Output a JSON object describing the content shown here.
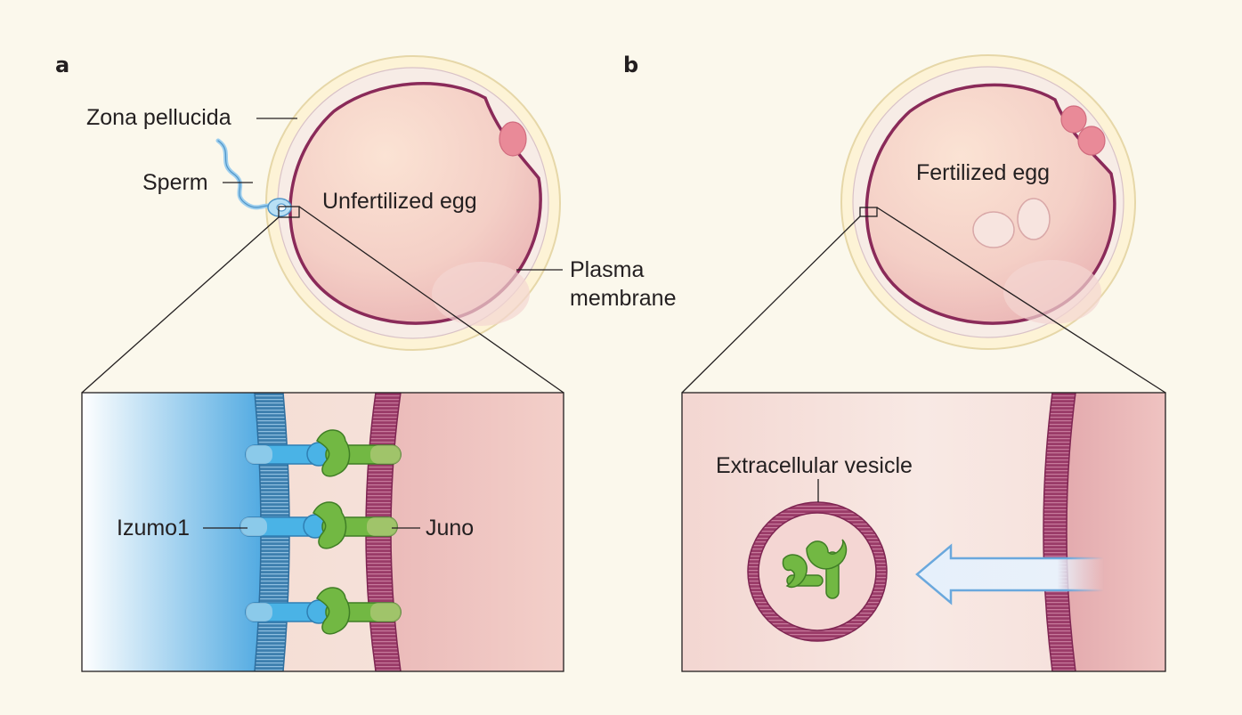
{
  "panel_a": {
    "letter": "a",
    "labels": {
      "zona_pellucida": "Zona pellucida",
      "sperm": "Sperm",
      "unfertilized_egg": "Unfertilized egg",
      "plasma_membrane_line1": "Plasma",
      "plasma_membrane_line2": "membrane",
      "izumo1": "Izumo1",
      "juno": "Juno"
    }
  },
  "panel_b": {
    "letter": "b",
    "labels": {
      "fertilized_egg": "Fertilized egg",
      "extracellular_vesicle": "Extracellular vesicle"
    }
  },
  "colors": {
    "background": "#fbf8ec",
    "zona": "#fdf3d6",
    "egg_cytoplasm": "#f1c6c2",
    "membrane": "#8a2a59",
    "izumo1": "#4ab3e6",
    "juno": "#72b843",
    "polar_body": "#e98a98",
    "arrow": "#6aa8dd"
  }
}
